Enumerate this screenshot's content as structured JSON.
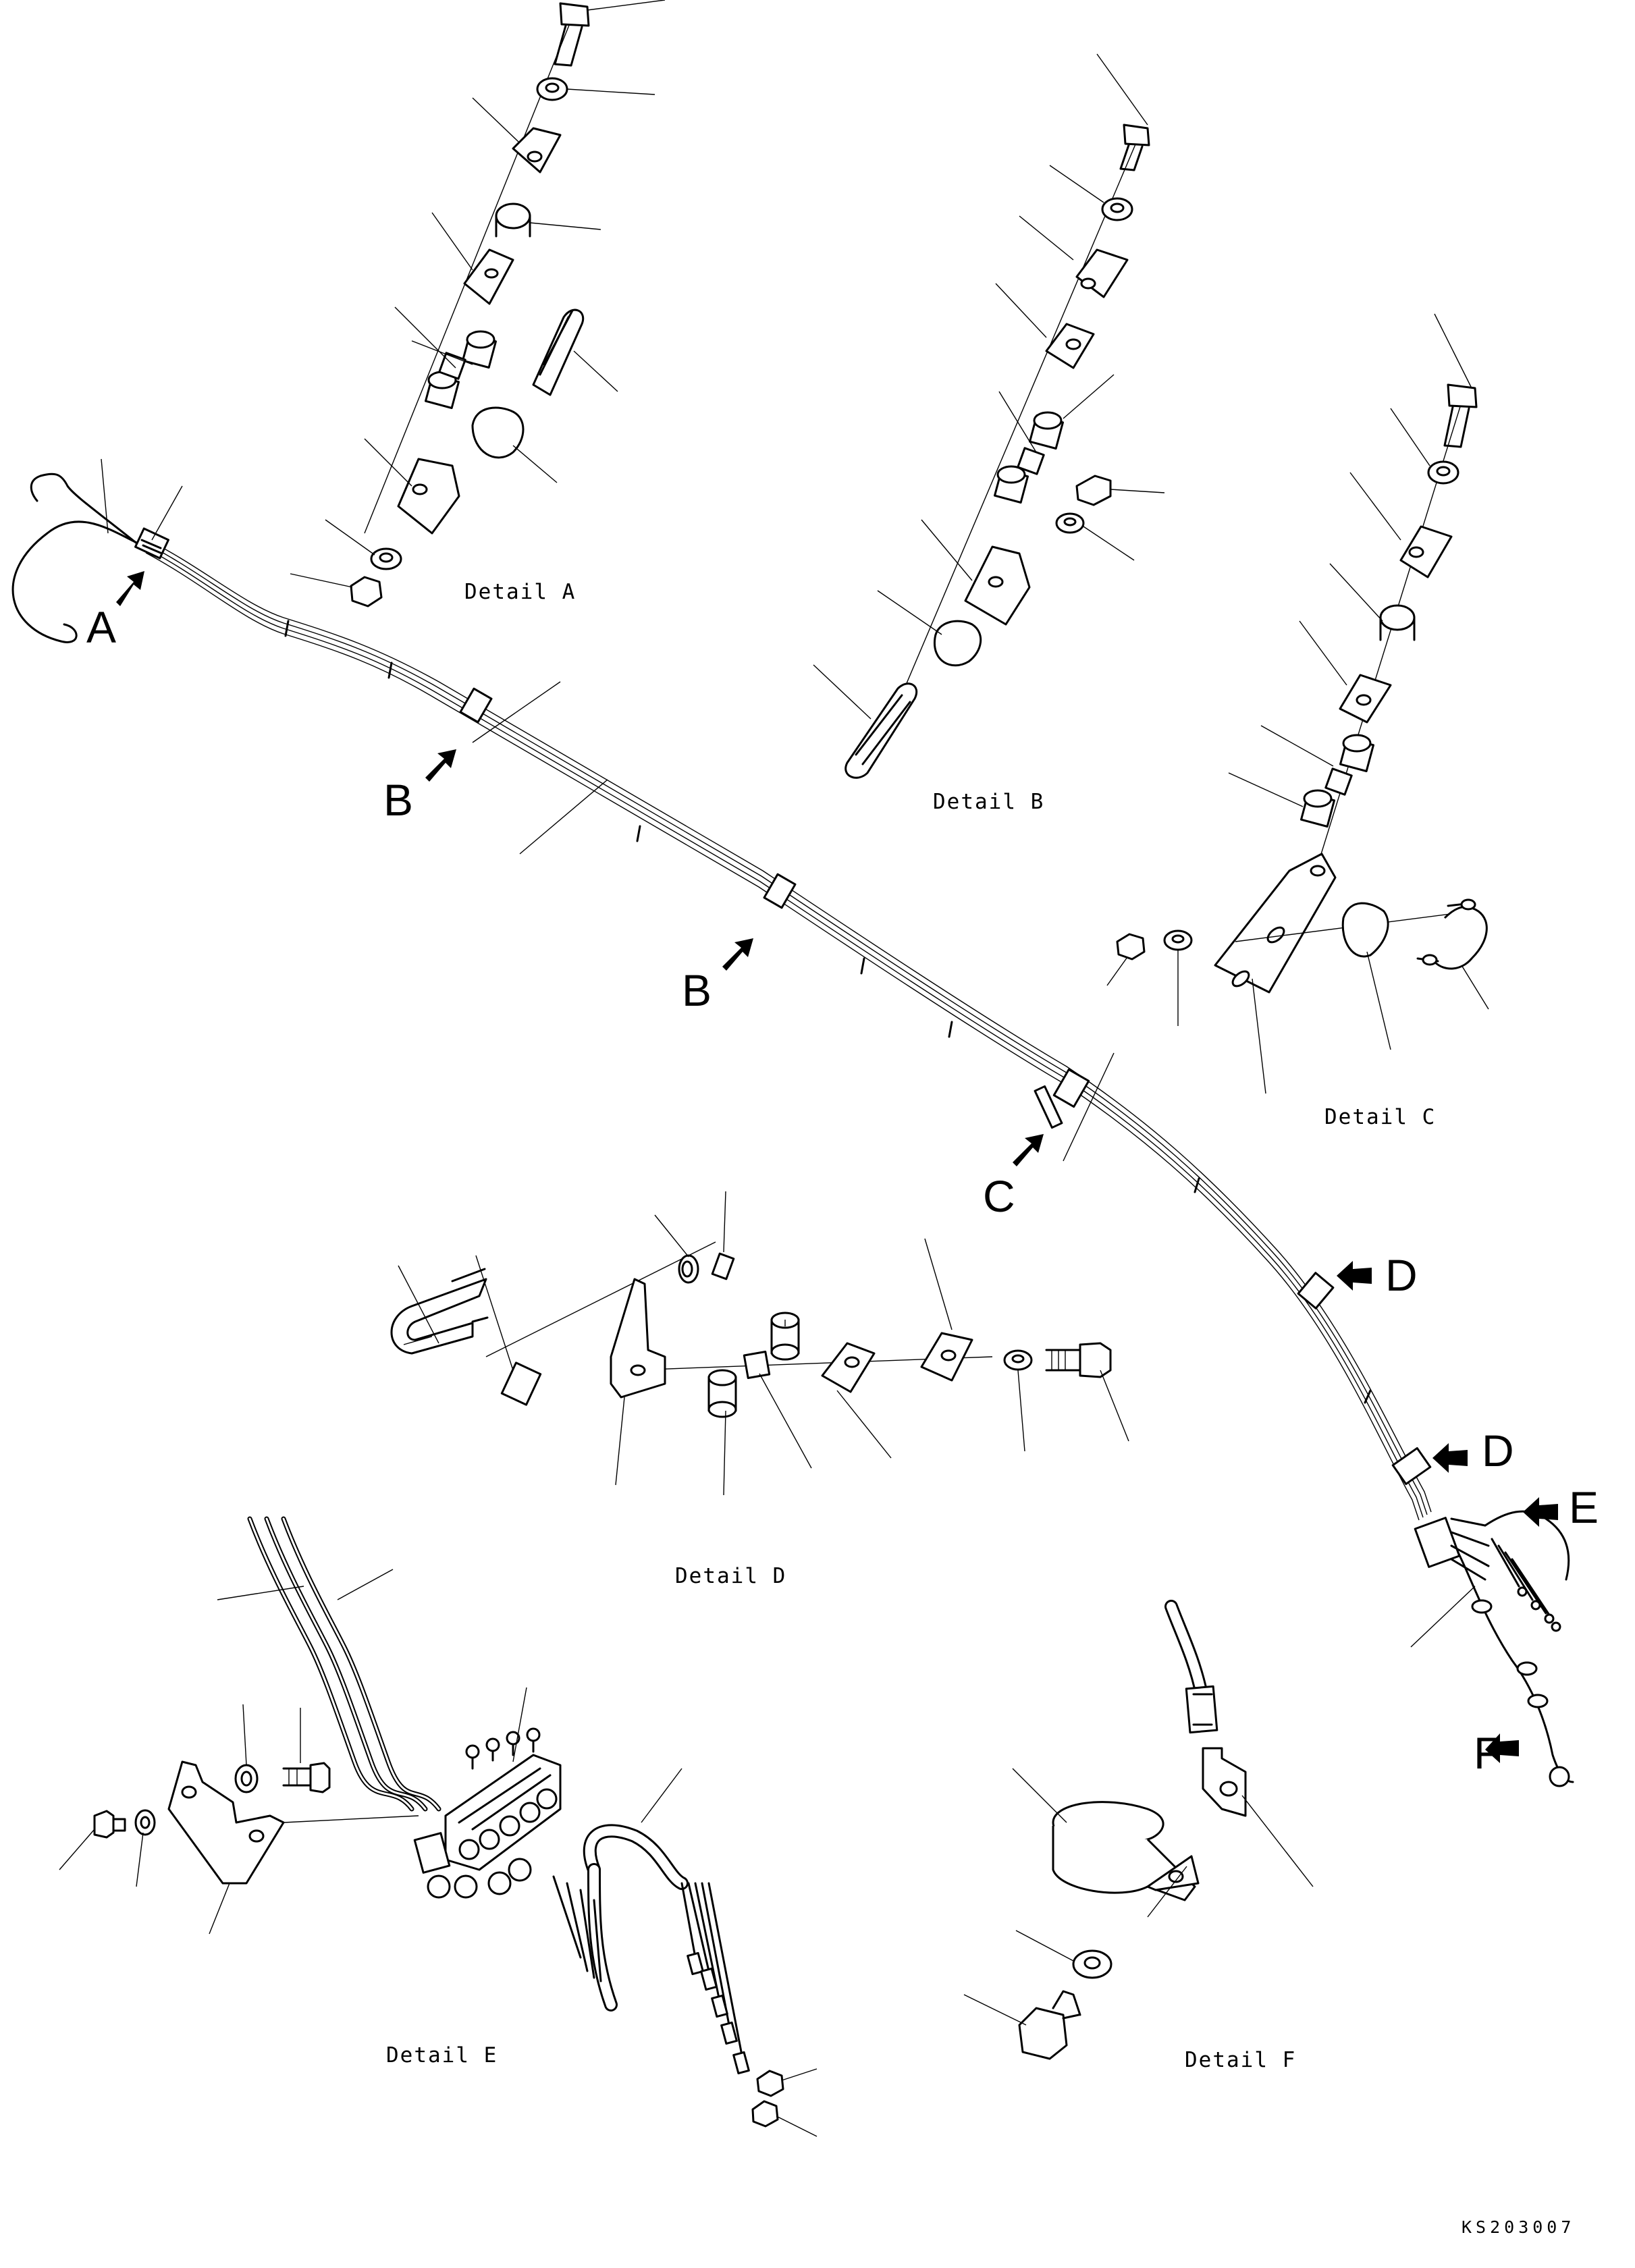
{
  "drawing_code": "KS203007",
  "details": {
    "a": "Detail A",
    "b": "Detail B",
    "c": "Detail C",
    "d": "Detail D",
    "e": "Detail E",
    "f": "Detail F"
  },
  "refs": {
    "a": "A",
    "b1": "B",
    "b2": "B",
    "c": "C",
    "d1": "D",
    "d2": "D",
    "e": "E",
    "f": "F"
  }
}
